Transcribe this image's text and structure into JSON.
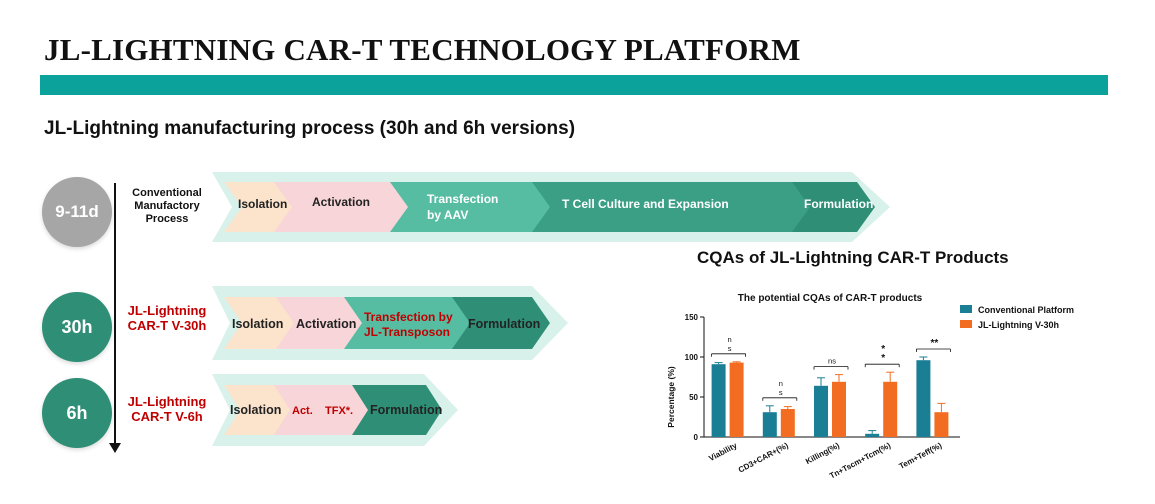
{
  "header": {
    "title": "JL-LIGHTNING CAR-T TECHNOLOGY PLATFORM",
    "accent_color": "#0aa29a"
  },
  "process": {
    "subtitle": "JL-Lightning manufacturing process (30h and 6h versions)",
    "rows": [
      {
        "duration": "9-11d",
        "label_lines": [
          "Conventional",
          "Manufactory",
          "Process"
        ],
        "steps": [
          "Isolation",
          "Activation",
          "Transfection",
          "by AAV",
          "T Cell Culture and Expansion",
          "Formulation"
        ]
      },
      {
        "duration": "30h",
        "label_lines": [
          "JL-Lightning",
          "CAR-T V-30h"
        ],
        "steps": [
          "Isolation",
          "Activation",
          "Transfection by",
          "JL-Transposon",
          "Formulation"
        ]
      },
      {
        "duration": "6h",
        "label_lines": [
          "JL-Lightning",
          "CAR-T V-6h"
        ],
        "steps": [
          "Isolation",
          "Act.",
          "TFX*.",
          "Formulation"
        ]
      }
    ]
  },
  "cqa": {
    "title": "CQAs of JL-Lightning CAR-T Products"
  },
  "chart_data": {
    "type": "bar",
    "title": "The potential CQAs of CAR-T products",
    "ylabel": "Percentage (%)",
    "xlabel": "",
    "ylim": [
      0,
      150
    ],
    "yticks": [
      "0",
      "50",
      "100",
      "150"
    ],
    "categories": [
      "Viability",
      "CD3+CAR+(%)",
      "Killing(%)",
      "Tn+Tscm+Tcm(%)",
      "Tem+Teff(%)"
    ],
    "series": [
      {
        "name": "Conventional Platform",
        "color": "#1a7f95",
        "values": [
          91,
          31,
          64,
          4,
          96
        ],
        "errors": [
          2,
          8,
          10,
          4,
          4
        ]
      },
      {
        "name": "JL-Lightning V-30h",
        "color": "#f26d21",
        "values": [
          93,
          35,
          69,
          69,
          31
        ],
        "errors": [
          1,
          3,
          9,
          12,
          11
        ]
      }
    ],
    "significance": [
      "n\ns",
      "n\ns",
      "ns",
      "*\n*",
      "**"
    ],
    "legend_position": "top-right",
    "grid": false
  }
}
